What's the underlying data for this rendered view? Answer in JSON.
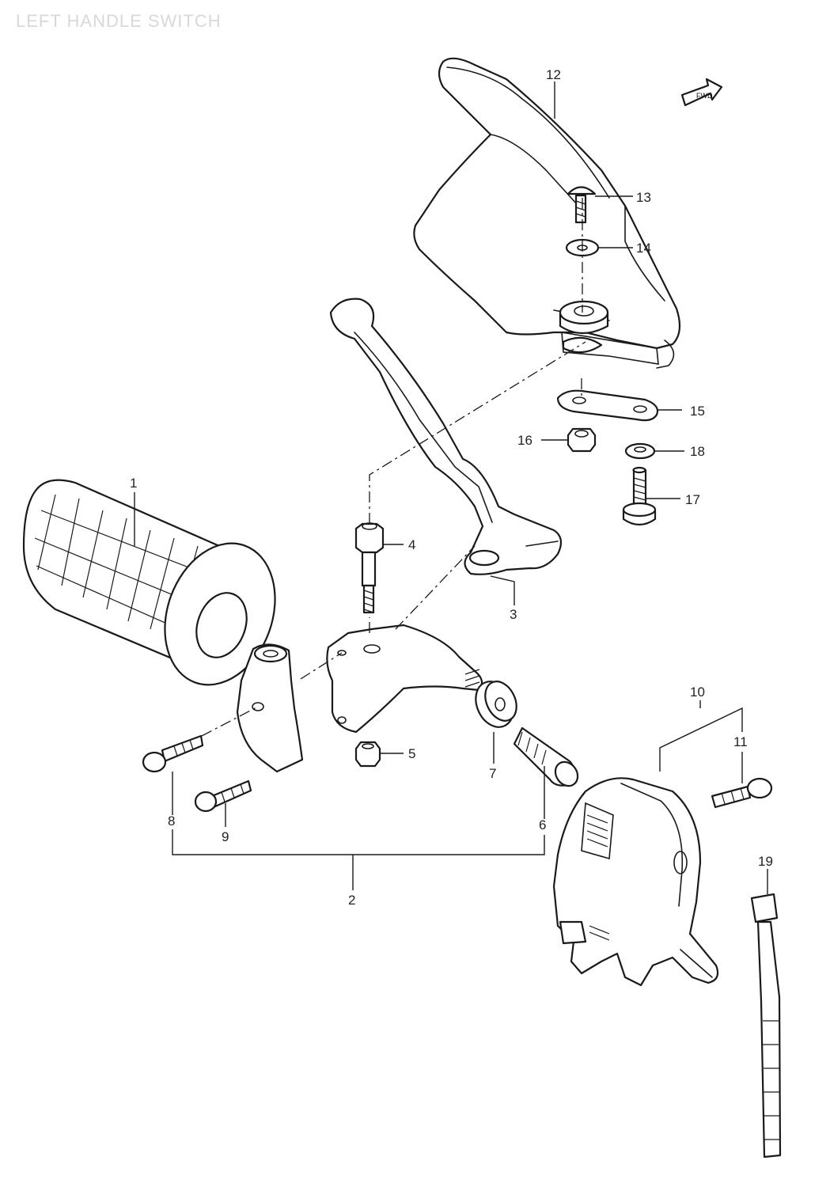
{
  "title": "LEFT HANDLE SWITCH",
  "front_badge": "FWD",
  "callouts": {
    "p1": "1",
    "p2": "2",
    "p3": "3",
    "p4": "4",
    "p5": "5",
    "p6": "6",
    "p7": "7",
    "p8": "8",
    "p9": "9",
    "p10": "10",
    "p11": "11",
    "p12": "12",
    "p13": "13",
    "p14": "14",
    "p15": "15",
    "p16": "16",
    "p17": "17",
    "p18": "18",
    "p19": "19"
  }
}
